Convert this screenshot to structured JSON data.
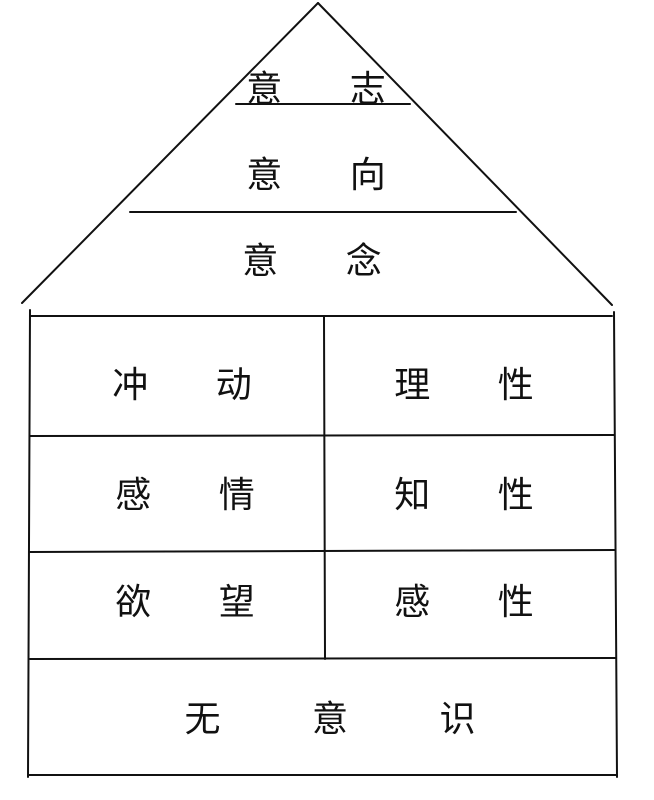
{
  "roof": {
    "top": "意 志",
    "middle": "意 向",
    "bottom": "意 念"
  },
  "left_column": [
    "冲 动",
    "感 情",
    "欲 望"
  ],
  "right_column": [
    "理 性",
    "知 性",
    "感 性"
  ],
  "foundation": "无 意 识",
  "colors": {
    "line": "#111111",
    "background": "#ffffff"
  }
}
